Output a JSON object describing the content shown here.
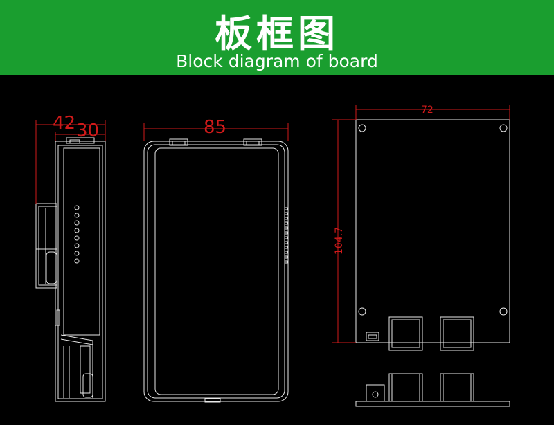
{
  "header": {
    "title": "板框图",
    "subtitle": "Block diagram of board"
  },
  "dimensions": {
    "side_total": "42",
    "side_body": "30",
    "front_width": "85",
    "top_width": "72",
    "top_height": "104.7"
  },
  "colors": {
    "banner": "#1a9e2f",
    "background": "#000000",
    "outline": "#e8e8e8",
    "dimension": "#d01a1a"
  }
}
